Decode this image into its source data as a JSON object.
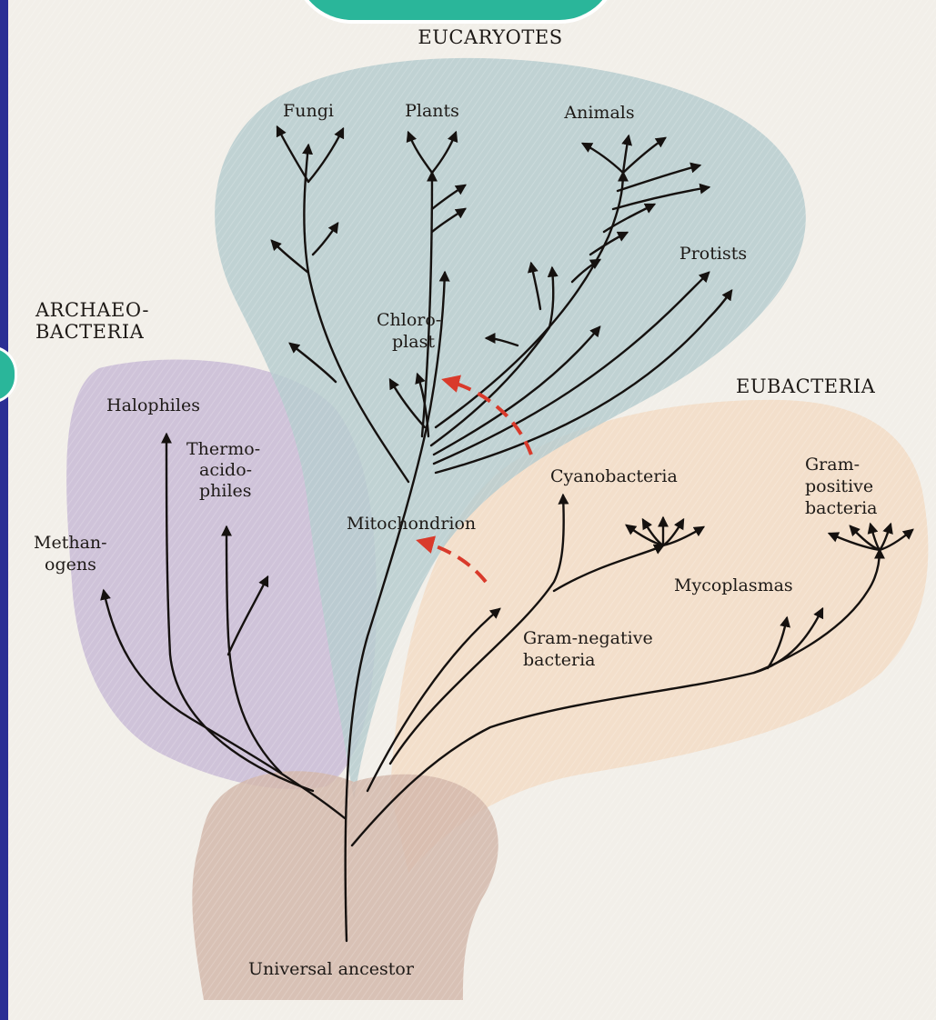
{
  "diagram": {
    "groups": {
      "eucaryotes": "EUCARYOTES",
      "archaeo": [
        "ARCHAEO-",
        "BACTERIA"
      ],
      "eubacteria": "EUBACTERIA"
    },
    "taxa": {
      "fungi": "Fungi",
      "plants": "Plants",
      "animals": "Animals",
      "protists": "Protists",
      "chloroplast": [
        "Chloro-",
        "plast"
      ],
      "halophiles": "Halophiles",
      "thermoacidophiles": [
        "Thermo-",
        "acido-",
        "philes"
      ],
      "methanogens": [
        "Methan-",
        "ogens"
      ],
      "mitochondrion": "Mitochondrion",
      "cyanobacteria": "Cyanobacteria",
      "gram_positive": [
        "Gram-",
        "positive",
        "bacteria"
      ],
      "mycoplasmas": "Mycoplasmas",
      "gram_negative": [
        "Gram-negative",
        "bacteria"
      ],
      "universal_ancestor": "Universal ancestor"
    },
    "colors": {
      "eucaryotes_region": "#b7cdcf",
      "archaea_region": "#c9bbd6",
      "eubacteria_region": "#f3dcc6",
      "ancestor_region": "#d3b9ab",
      "endosymbiosis_arrow": "#d93a2b",
      "slide_border": "#2a2f94",
      "badge": "#2ab69a"
    }
  }
}
